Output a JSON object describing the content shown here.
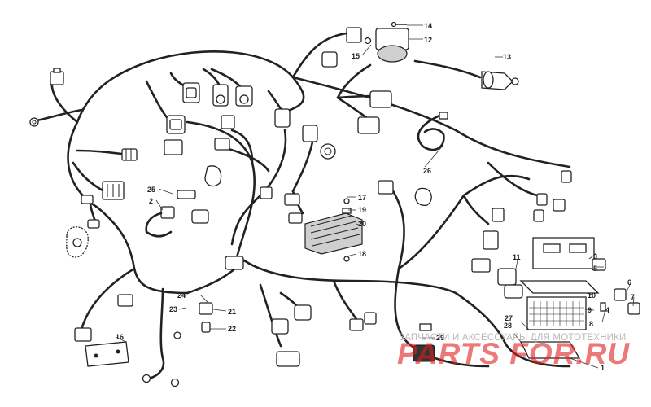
{
  "diagram": {
    "callouts": [
      "1",
      "2",
      "3",
      "4",
      "5",
      "6",
      "7",
      "8",
      "9",
      "10",
      "11",
      "12",
      "13",
      "14",
      "15",
      "16",
      "17",
      "18",
      "19",
      "20",
      "21",
      "22",
      "23",
      "24",
      "25",
      "26",
      "27",
      "28",
      "29"
    ]
  },
  "watermark": {
    "tagline": "ЗАПЧАСТИ И АКСЕССУАРЫ ДЛЯ МОТОТЕХНИКИ",
    "logo": "PARTS FOR.RU",
    "logo_color": "#e02020"
  },
  "colors": {
    "line": "#222222",
    "background": "#ffffff"
  }
}
